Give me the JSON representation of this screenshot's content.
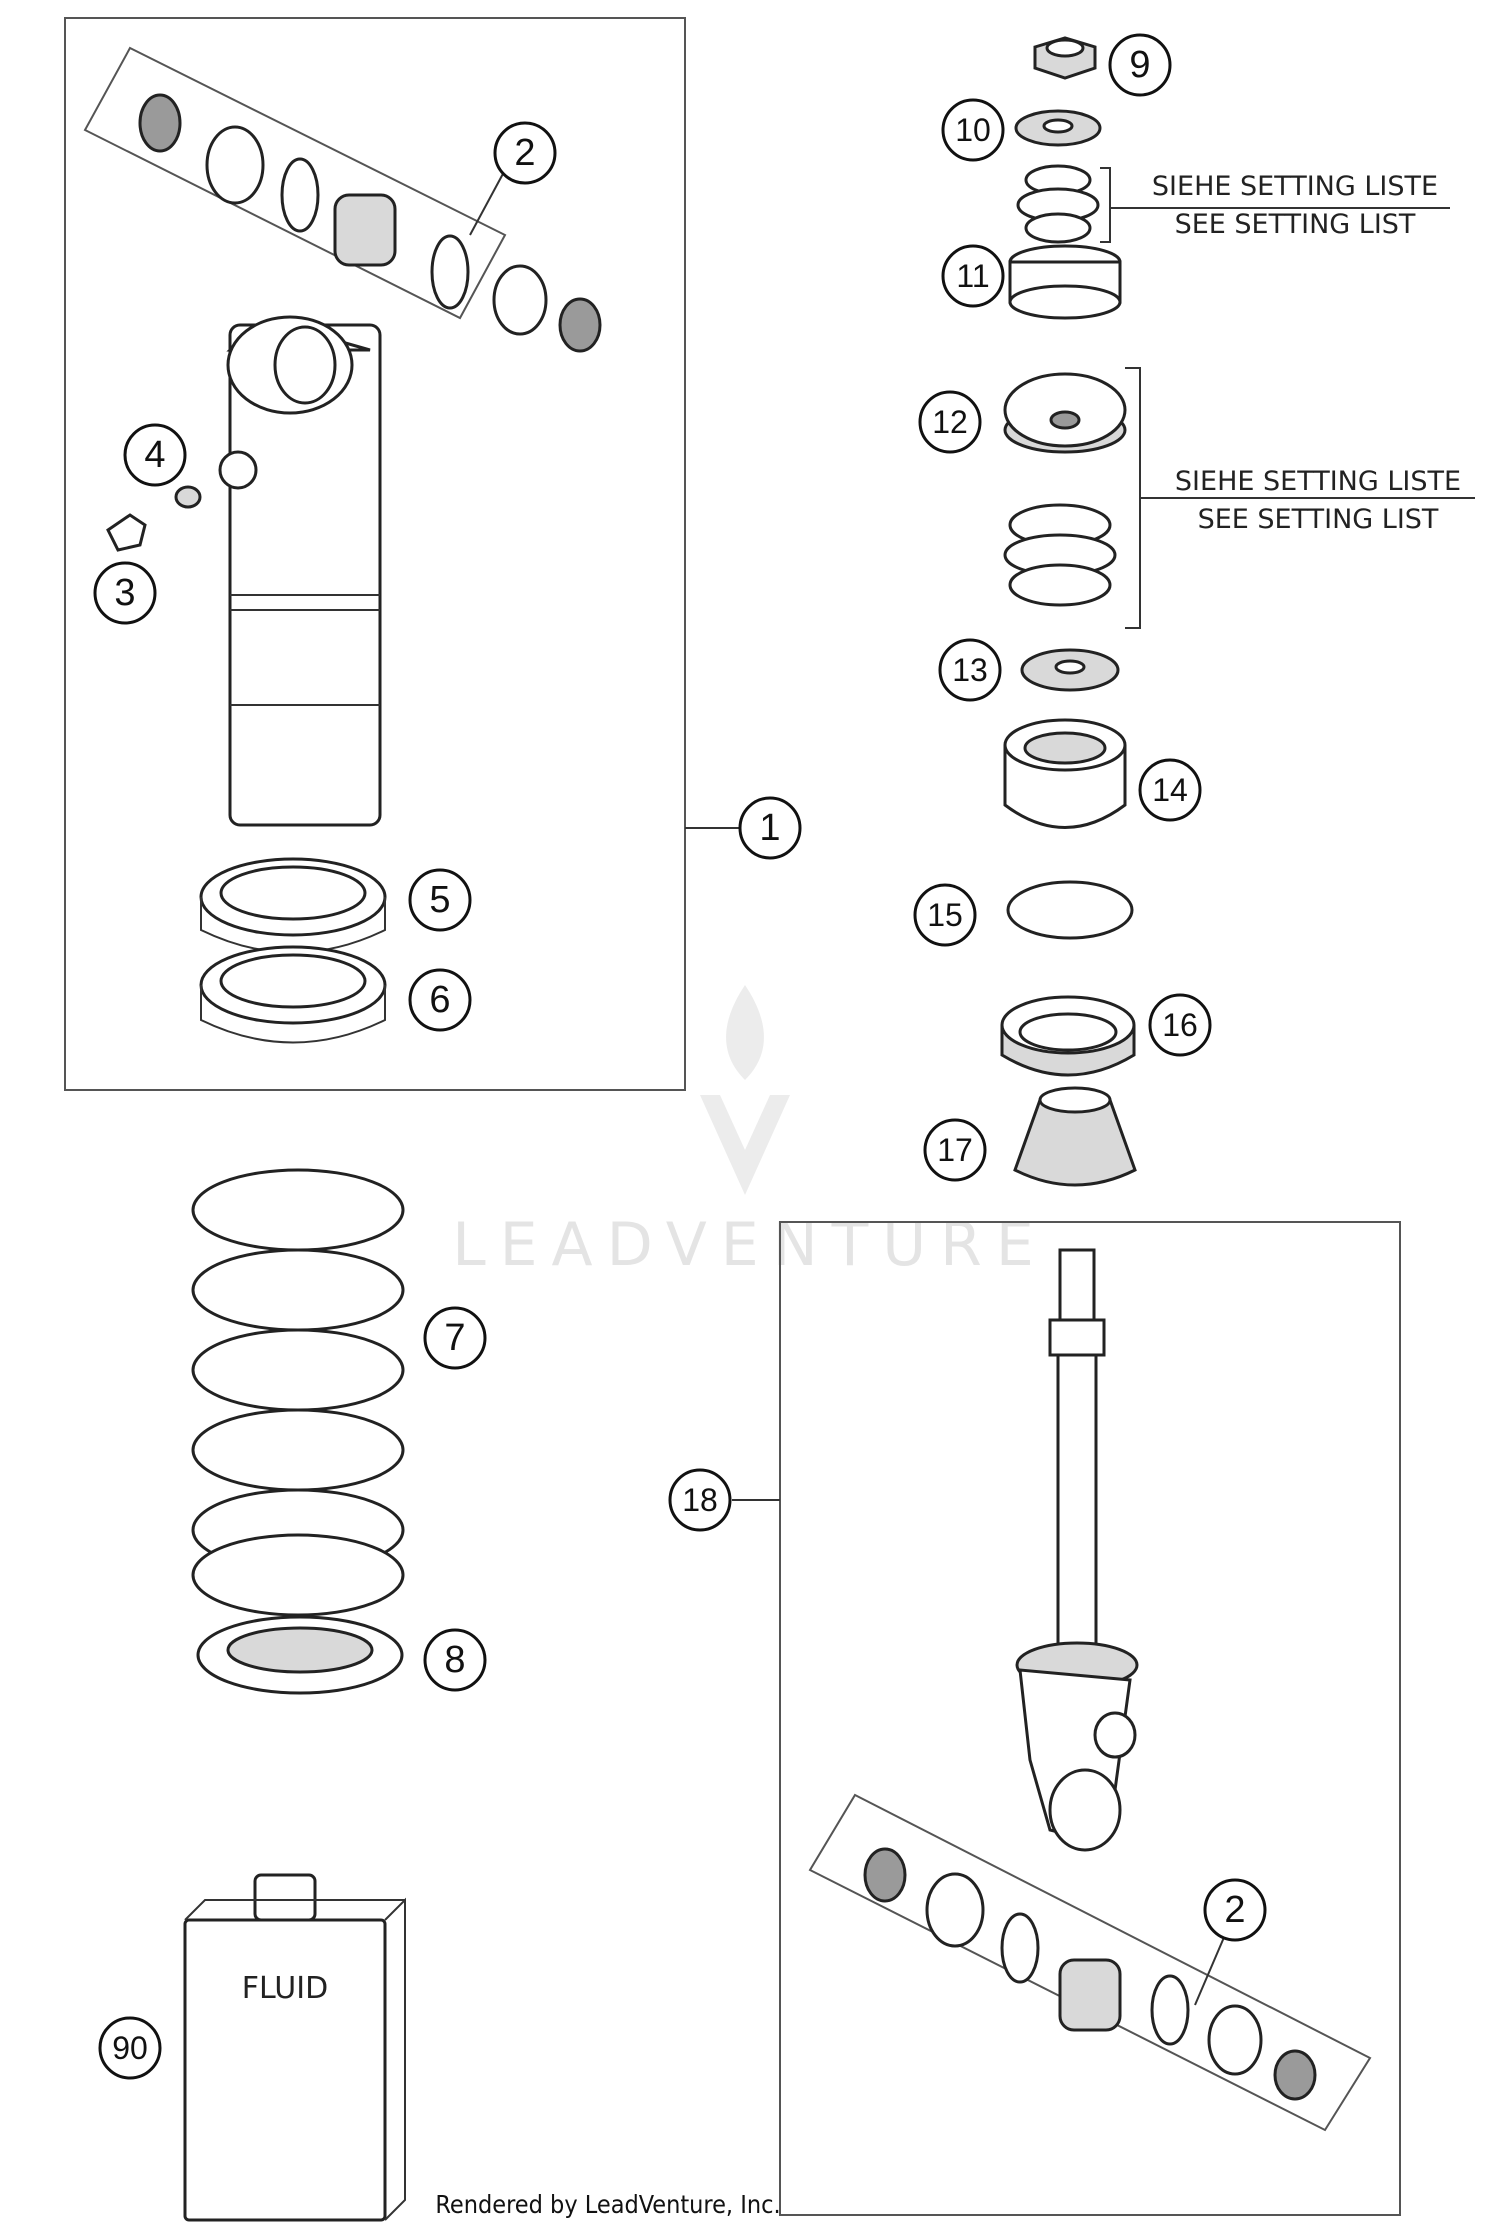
{
  "callouts": {
    "c1": "1",
    "c2a": "2",
    "c2b": "2",
    "c3": "3",
    "c4": "4",
    "c5": "5",
    "c6": "6",
    "c7": "7",
    "c8": "8",
    "c9": "9",
    "c10": "10",
    "c11": "11",
    "c12": "12",
    "c13": "13",
    "c14": "14",
    "c15": "15",
    "c16": "16",
    "c17": "17",
    "c18": "18",
    "c90": "90"
  },
  "notes": {
    "top": {
      "de": "SIEHE SETTING LISTE",
      "en": "SEE SETTING LIST"
    },
    "middle": {
      "de": "SIEHE SETTING LISTE",
      "en": "SEE SETTING LIST"
    }
  },
  "fluid_label": "FLUID",
  "watermark": "LEADVENTURE",
  "footer": "Rendered by LeadVenture, Inc."
}
